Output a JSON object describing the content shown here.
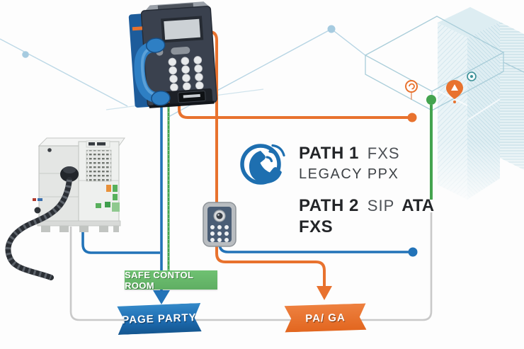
{
  "labels": {
    "path1": {
      "title": "PATH 1",
      "tech": "FXS",
      "subtitle": "LEGACY PPX"
    },
    "path2": {
      "title": "PATH 2",
      "tech": "SIP",
      "tech2": "ATA",
      "subtitle": "FXS"
    }
  },
  "nodes": {
    "control_room": {
      "label": "SAFE CONTOL ROOM"
    },
    "page_party": {
      "label": "PAGE PARTY"
    },
    "pa_ga": {
      "label": "PA/ GA"
    }
  },
  "colors": {
    "orange": "#e8722e",
    "blue": "#2273b8",
    "green": "#44a44f",
    "gray": "#c9c9c9",
    "teal_outline": "#a9cdd9",
    "node_dot": "#a6cbe0",
    "banner_blue": "#1d6cb2",
    "banner_green": "#67bb6a",
    "phone_badge_blue": "#1e6fb0"
  },
  "icons": {
    "call_badge": "phone-call-icon",
    "building_pin": "location-pin-icon",
    "building_marker": "spiral-marker-icon",
    "building_target": "target-icon",
    "network_node": "node-dot-icon",
    "arrow_down": "arrow-down-icon"
  }
}
